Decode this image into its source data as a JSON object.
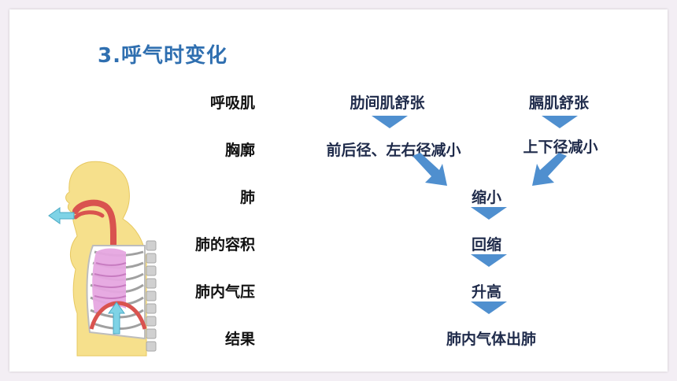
{
  "title": "3.呼气时变化",
  "rows": {
    "muscle": "呼吸肌",
    "chest": "胸廓",
    "lung": "肺",
    "lung_volume": "肺的容积",
    "lung_pressure": "肺内气压",
    "result": "结果"
  },
  "flow": {
    "intercostal": "肋间肌舒张",
    "diaphragm": "膈肌舒张",
    "chest_left": "前后径、左右径减小",
    "chest_right": "上下径减小",
    "lung": "缩小",
    "volume": "回缩",
    "pressure": "升高",
    "result": "肺内气体出肺"
  },
  "colors": {
    "title": "#2f6fb0",
    "arrow": "#4f8fcf",
    "body": "#f6e08c",
    "lung": "#e6a7e0",
    "airway": "#d9534f",
    "exhale_arrow": "#7fd3e6"
  }
}
